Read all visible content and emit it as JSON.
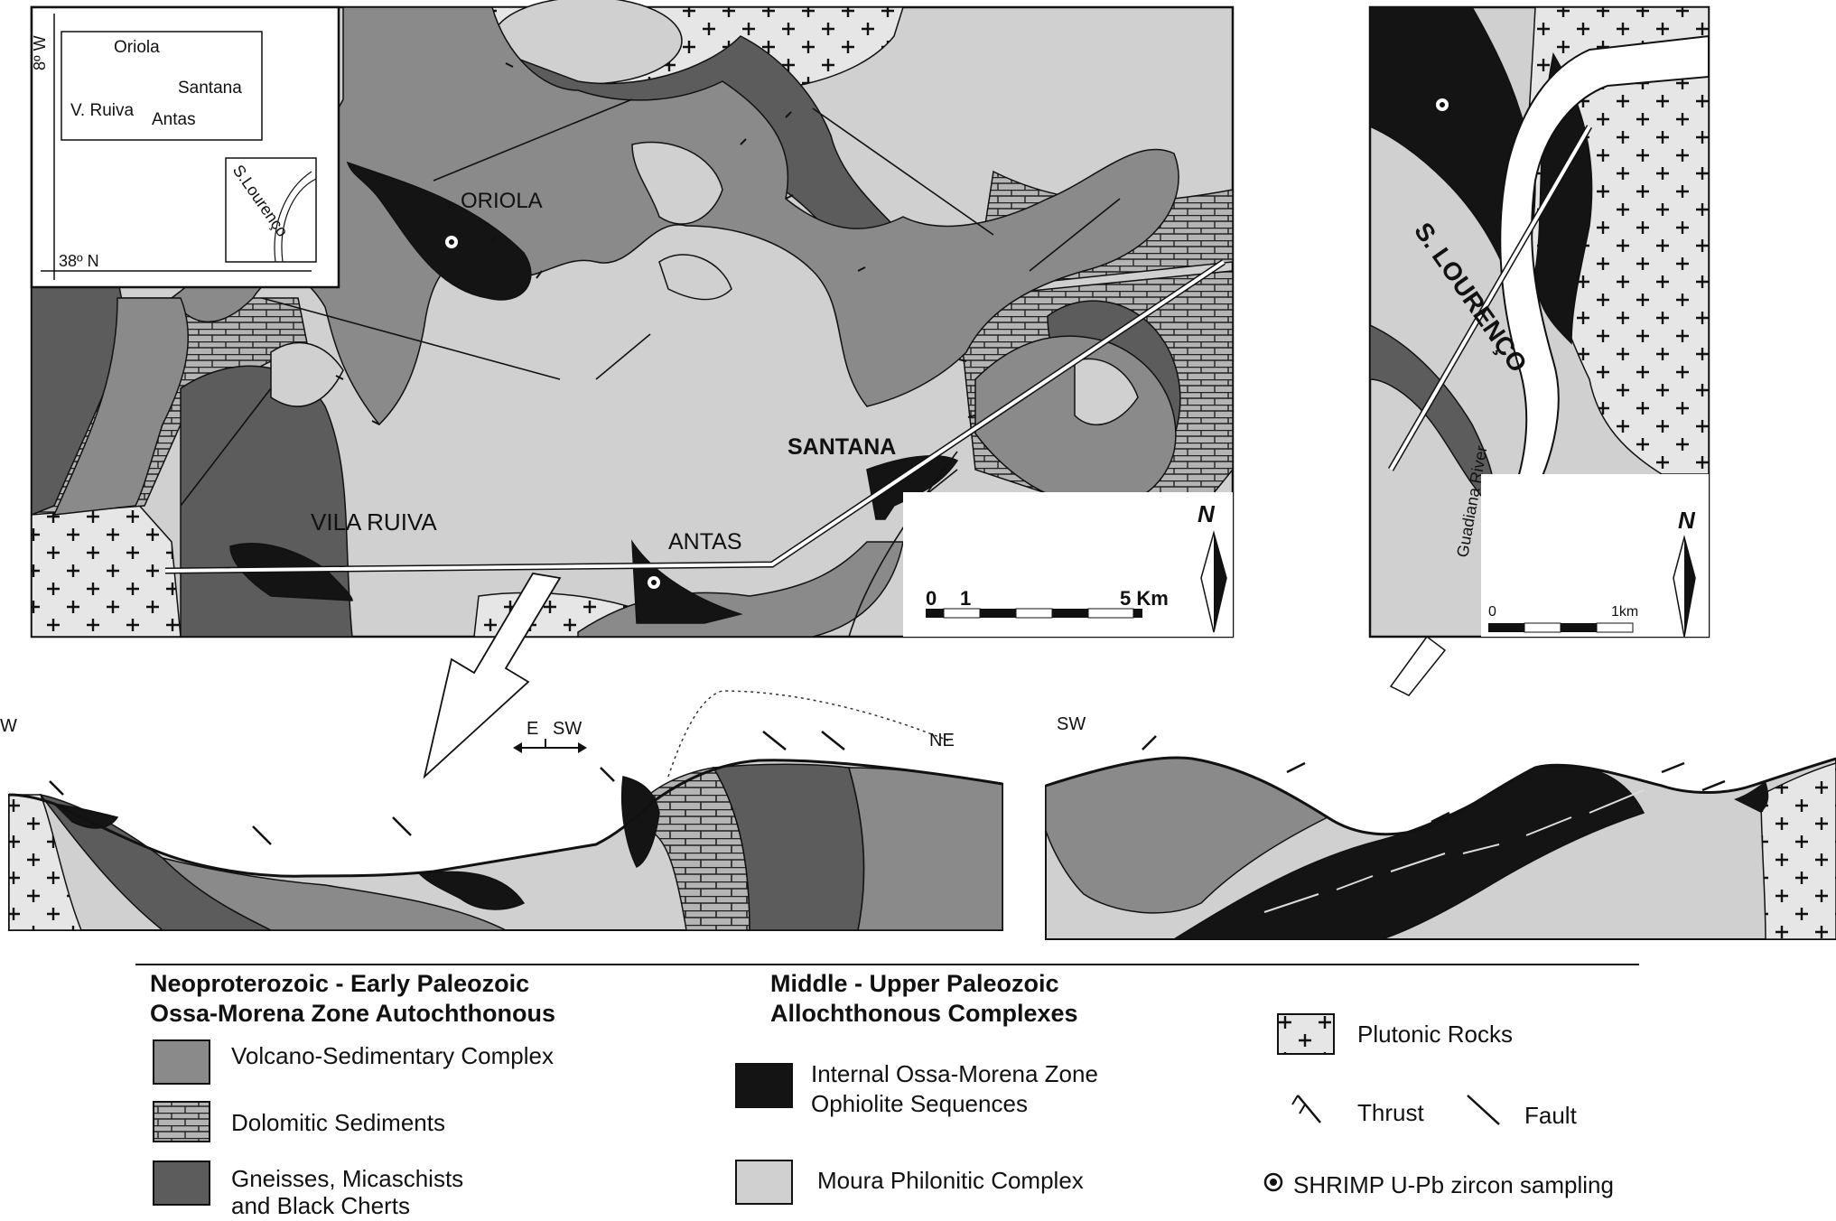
{
  "inset_map": {
    "longitude_label": "8º W",
    "latitude_label": "38º N",
    "places": [
      "Oriola",
      "Santana",
      "V. Ruiva",
      "Antas",
      "S.Lourenço"
    ]
  },
  "main_map": {
    "localities": {
      "oriola": "ORIOLA",
      "santana": "SANTANA",
      "vila_ruiva": "VILA RUIVA",
      "antas": "ANTAS"
    },
    "north_label": "N",
    "scale_labels": [
      "0",
      "1",
      "5 Km"
    ]
  },
  "right_map": {
    "locality": "S. LOURENÇO",
    "river": "Guadiana River",
    "north_label": "N",
    "scale_labels": [
      "0",
      "1km"
    ]
  },
  "cross_sections": {
    "left": {
      "west": "W",
      "northeast": "NE",
      "direction_e": "E",
      "direction_sw": "SW"
    },
    "right": {
      "southwest": "SW"
    }
  },
  "legend": {
    "group_autochthonous_line1": "Neoproterozoic - Early Paleozoic",
    "group_autochthonous_line2": "Ossa-Morena Zone Autochthonous",
    "group_allochthonous_line1": "Middle - Upper Paleozoic",
    "group_allochthonous_line2": "Allochthonous Complexes",
    "volcano": "Volcano-Sedimentary Complex",
    "dolomitic": "Dolomitic Sediments",
    "gneisses_line1": "Gneisses, Micaschists",
    "gneisses_line2": "and  Black Cherts",
    "ophiolite_line1": "Internal Ossa-Morena Zone",
    "ophiolite_line2": "Ophiolite Sequences",
    "moura": "Moura Philonitic Complex",
    "plutonic": "Plutonic Rocks",
    "thrust": "Thrust",
    "fault": "Fault",
    "shrimp": "SHRIMP U-Pb zircon sampling"
  },
  "colors": {
    "moura_light_grey": "#d0d0d0",
    "volcano_medium_grey": "#8a8a8a",
    "gneiss_dark_grey": "#5c5c5c",
    "ophiolite_black": "#141414",
    "plutonic_fill": "#e6e6e6",
    "dolomite_fill": "#b4b4b4"
  }
}
